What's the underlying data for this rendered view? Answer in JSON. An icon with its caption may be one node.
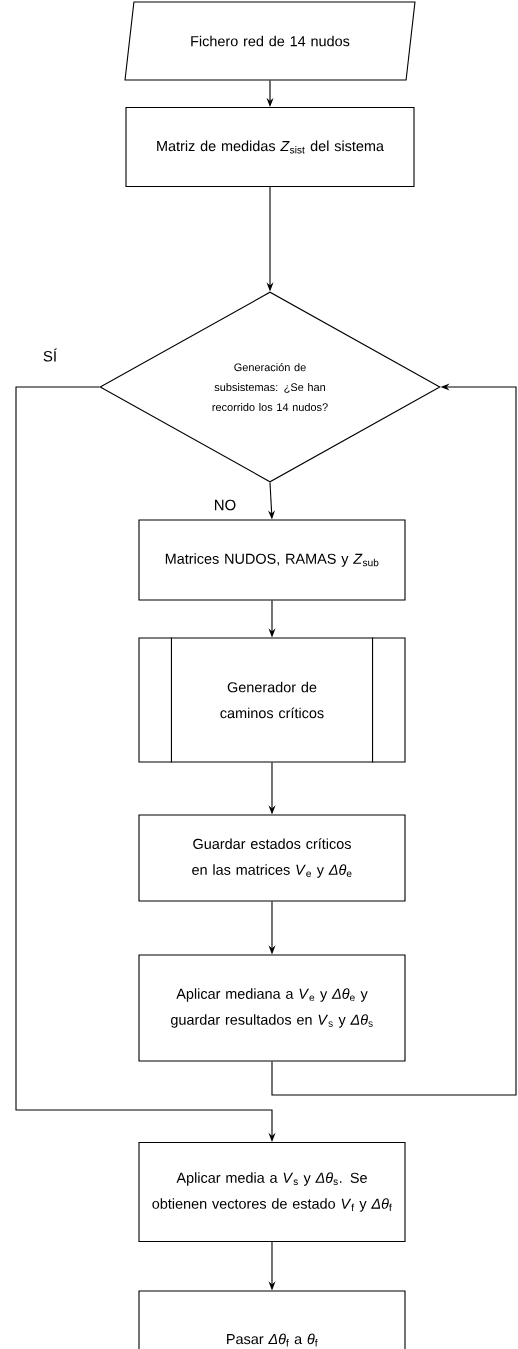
{
  "diagram": {
    "nodes": [
      {
        "text": [
          "Fichero red de 14 nudos"
        ]
      },
      {
        "text": [
          "Matriz de medidas *Z*$_{sist}$ del sistema"
        ]
      },
      {
        "text": [
          "Generación de subsistemas: ¿Se han recorrido los 14 nudos?"
        ]
      },
      {
        "text": [
          "Matrices NUDOS, RAMAS y *Z*$_{sub}$"
        ]
      },
      {
        "text": [
          "Generador de caminos críticos"
        ]
      },
      {
        "text": [
          "Guardar estados críticos en las matrices *V*$_{e}$ y *Δθ*$_{e}$"
        ]
      },
      {
        "text": [
          "Aplicar mediana a *V*$_{e}$ y *Δθ*$_{e}$ y guardar resultados en *V*$_{s}$ y *Δθ*$_{s}$"
        ]
      },
      {
        "text": [
          "Aplicar media a *V*$_{s}$ y *Δθ*$_{s}$. Se obtienen vectores de estado *V*$_{f}$ y *Δθ*$_{f}$"
        ]
      },
      {
        "text": [
          "Pasar *Δθ*$_{f}$ a *θ*$_{f}$"
        ]
      }
    ],
    "edges": [
      {
        "from": 0,
        "to": 1,
        "arrow": "to"
      },
      {
        "from": 1,
        "to": 2,
        "arrow": "to"
      },
      {
        "from": 2,
        "to": 3,
        "arrow": "to",
        "label": "NO"
      },
      {
        "from": 3,
        "to": 4,
        "arrow": "to"
      },
      {
        "from": 4,
        "to": 5,
        "arrow": "to"
      },
      {
        "from": 5,
        "to": 6,
        "arrow": "to"
      },
      {
        "from": 6,
        "to": 2,
        "arrow": "to"
      },
      {
        "from": 2,
        "to": 7,
        "arrow": "to",
        "label": "SÍ"
      },
      {
        "from": 7,
        "to": 8,
        "arrow": "to"
      }
    ]
  }
}
